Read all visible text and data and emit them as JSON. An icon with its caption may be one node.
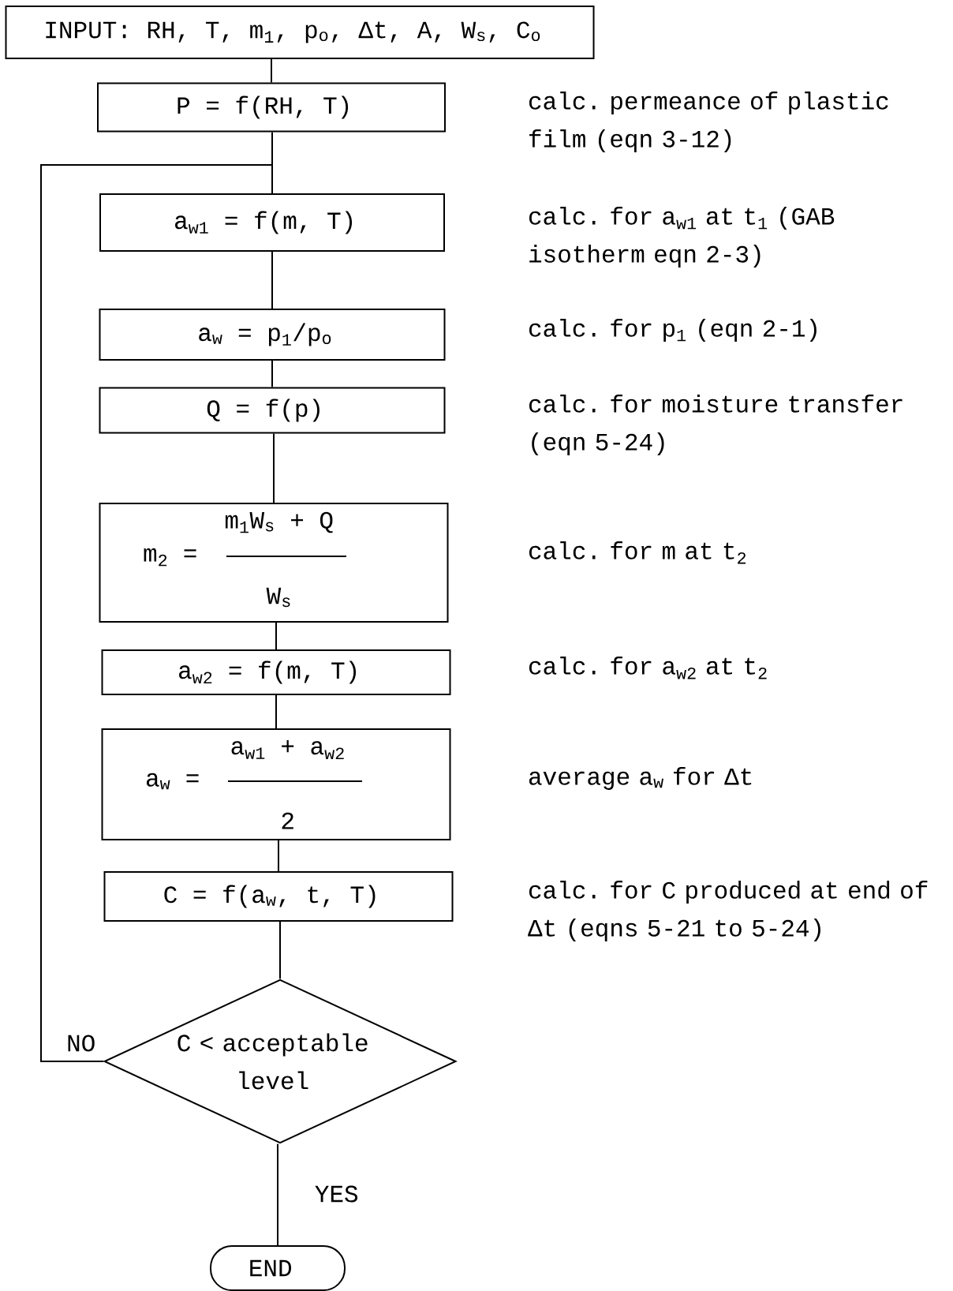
{
  "diagram": {
    "nodes": [
      {
        "text": [
          "INPUT: RH, T, m$_{1}$, p$_{o}$, Δt, A, W$_{s}$, C$_{o}$"
        ]
      },
      {
        "text": [
          "P = f(RH, T)"
        ]
      },
      {
        "text": [
          "a$_{w1}$ = f(m, T)"
        ],
        "beside": [
          "calc. for a$_{w1}$ at t$_{1}$ (GAB isotherm eqn 2-3)"
        ]
      },
      {
        "text": [
          "a$_{w}$ = p$_{1}$/p$_{o}$"
        ],
        "beside": [
          "calc. for p$_{1}$ (eqn 2-1)"
        ]
      },
      {
        "text": [
          "Q = f(p)"
        ],
        "beside": [
          "calc. for moisture transfer (eqn 5-24)"
        ]
      },
      {
        "text": [
          "m$_{2}$ =",
          "m$_{1}$W$_{s}$ + Q",
          "W$_{s}$"
        ],
        "beside": [
          "calc. for m at t$_{2}$"
        ]
      },
      {
        "text": [
          "a$_{w2}$ = f(m, T)"
        ],
        "beside": [
          "calc. for a$_{w2}$ at t$_{2}$"
        ]
      },
      {
        "text": [
          "a$_{w}$ =",
          "a$_{w1}$ + a$_{w2}$",
          "2"
        ],
        "beside": [
          "average a$_{w}$ for Δt"
        ]
      },
      {
        "text": [
          "C = f(a$_{w}$, t, T)"
        ],
        "beside": [
          "calc. for C produced at end of Δt (eqns 5-21 to 5-24)"
        ]
      },
      {
        "text": [
          "C < acceptable level"
        ]
      },
      {
        "text": [
          "END"
        ]
      }
    ],
    "edges": [
      {
        "from": 0,
        "to": 1,
        "arrow": "none"
      },
      {
        "from": 1,
        "to": 2,
        "arrow": "none"
      },
      {
        "from": 2,
        "to": 3,
        "arrow": "none"
      },
      {
        "from": 3,
        "to": 4,
        "arrow": "none"
      },
      {
        "from": 4,
        "to": 5,
        "arrow": "none"
      },
      {
        "from": 5,
        "to": 6,
        "arrow": "none"
      },
      {
        "from": 6,
        "to": 7,
        "arrow": "none"
      },
      {
        "from": 7,
        "to": 8,
        "arrow": "none"
      },
      {
        "from": 8,
        "to": 9,
        "arrow": "none"
      },
      {
        "from": 9,
        "to": 2,
        "arrow": "none",
        "label": "NO"
      },
      {
        "from": 9,
        "to": 10,
        "arrow": "none",
        "label": "YES"
      }
    ],
    "labels": [
      "calc. permeance of plastic film (eqn 3-12)"
    ]
  }
}
